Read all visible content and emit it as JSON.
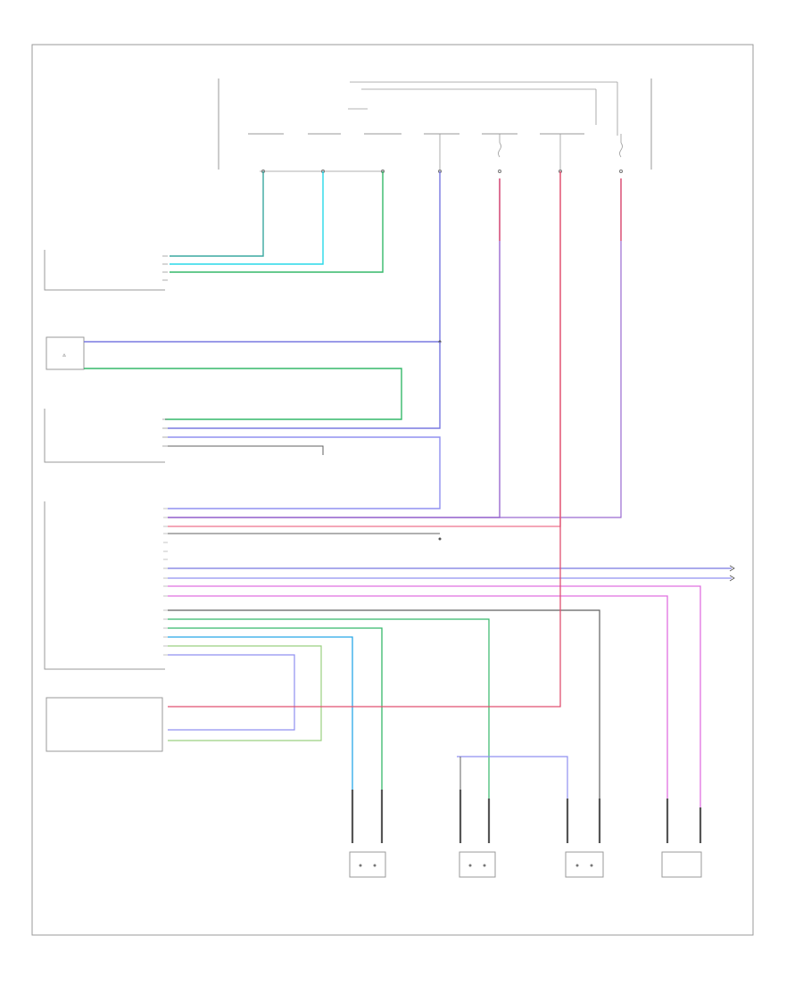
{
  "frame_label": "",
  "wire_colors": {
    "teal": "#3aa8a0",
    "cyan": "#28d8e8",
    "green": "#35b86a",
    "light_green": "#9ad080",
    "blue": "#7878e0",
    "light_blue": "#9090f0",
    "violet": "#9a6ad0",
    "red": "#e05070",
    "pink": "#f08aa0",
    "magenta": "#e070e0",
    "dark_gray": "#606060",
    "gray_line": "#999999"
  },
  "top_module_pins": [
    {
      "id": "p1"
    },
    {
      "id": "p2"
    },
    {
      "id": "p3"
    },
    {
      "id": "p4"
    },
    {
      "id": "p5"
    },
    {
      "id": "p6"
    },
    {
      "id": "p7"
    }
  ],
  "components": [
    {
      "id": "ac-pressure-transducer"
    },
    {
      "id": "blower-switch"
    },
    {
      "id": "blower-motor"
    },
    {
      "id": "ac-heater-control"
    },
    {
      "id": "engine-module"
    },
    {
      "id": "door-actuator-1"
    },
    {
      "id": "door-actuator-2"
    },
    {
      "id": "door-actuator-3"
    },
    {
      "id": "sensor-4"
    }
  ]
}
